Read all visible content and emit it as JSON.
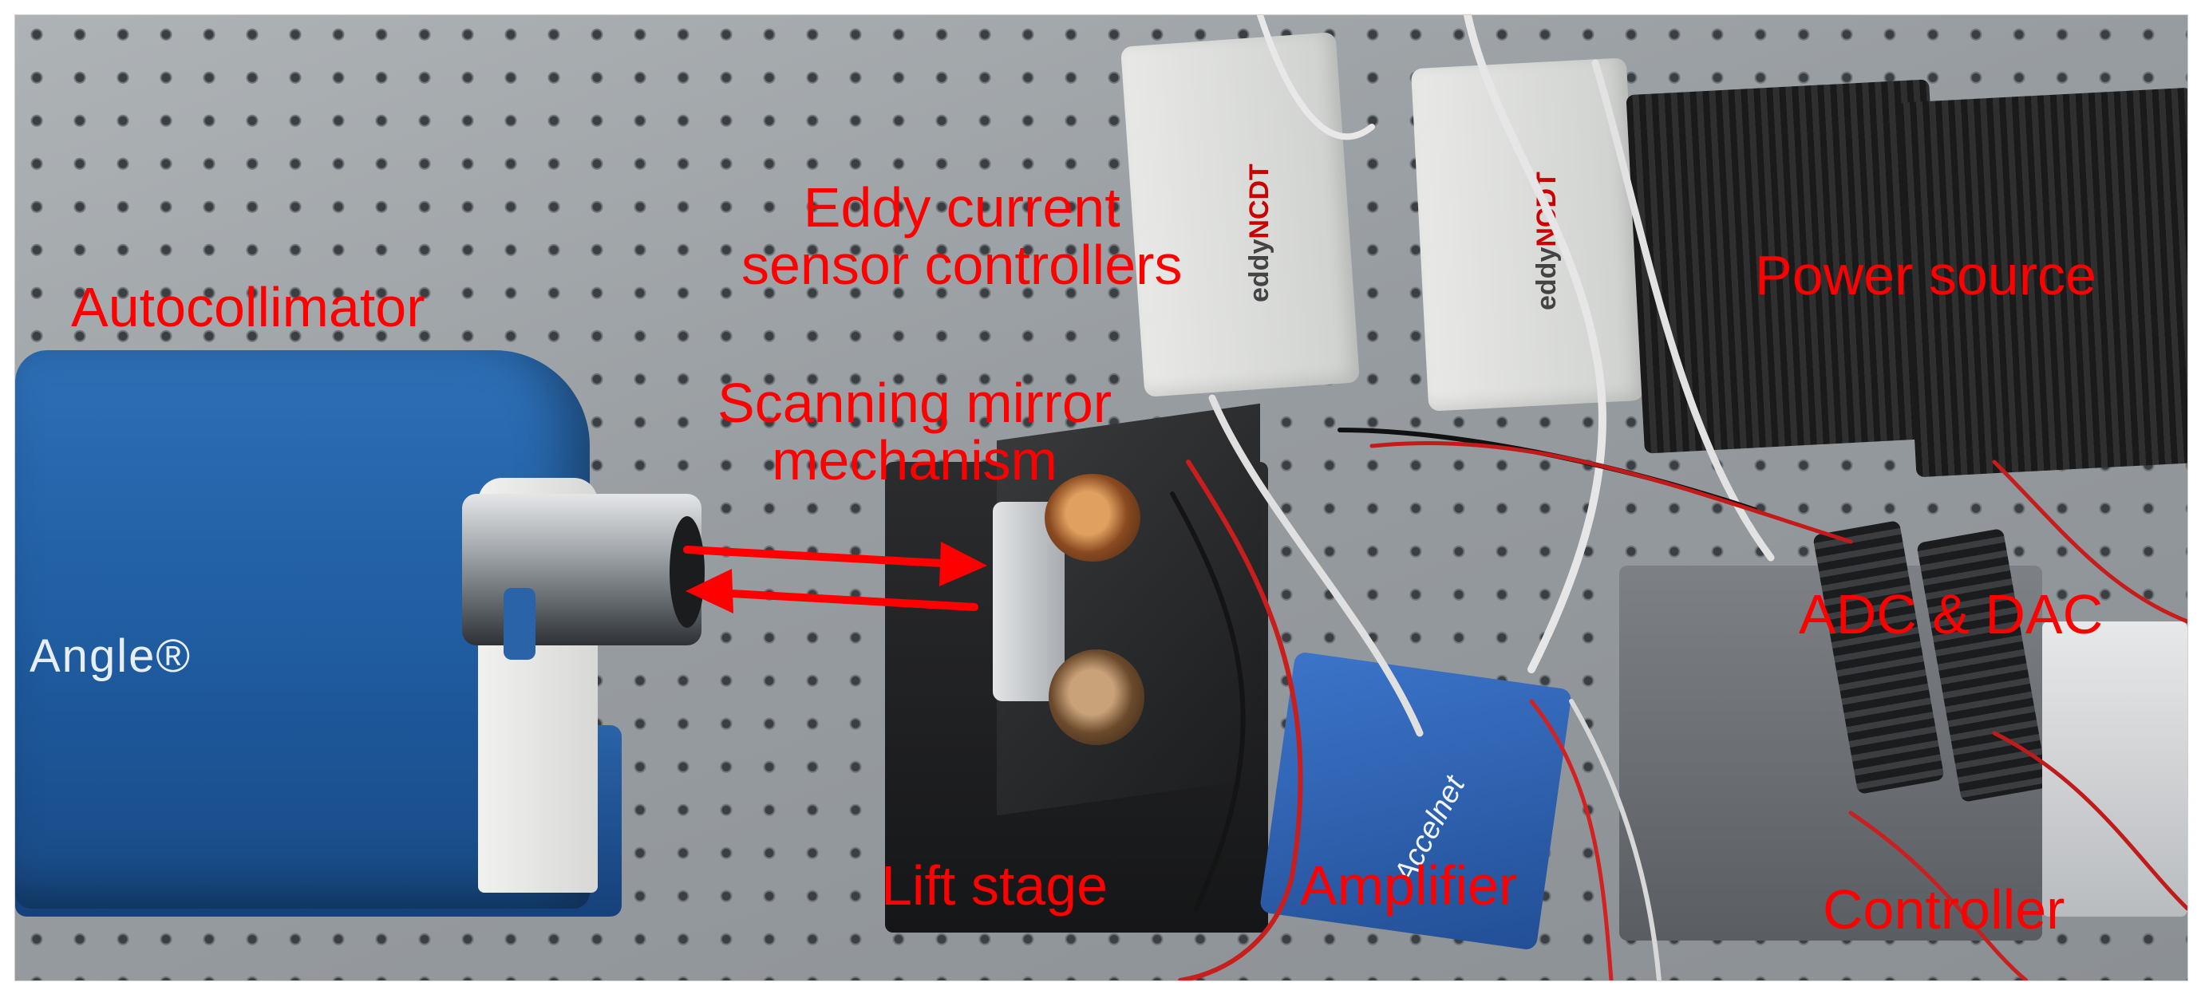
{
  "labels": {
    "autocollimator": "Autocollimator",
    "eddy_controllers": "Eddy current\nsensor controllers",
    "scanning_mirror": "Scanning mirror\nmechanism",
    "power_source": "Power source",
    "adc_dac": "ADC & DAC",
    "lift_stage": "Lift stage",
    "amplifier": "Amplifier",
    "controller": "Controller"
  },
  "device_text": {
    "autocollimator_brand": "Angle®",
    "eddy_brand_prefix": "eddy",
    "eddy_brand_suffix": "NCDT",
    "amplifier_brand": "Accelnet"
  },
  "colors": {
    "annotation": "#ff0000",
    "autocollimator_blue": "#1f5b9f",
    "amplifier_blue": "#2f64b8"
  },
  "icons": {
    "beam_arrows": "double-horizontal-arrow-icon"
  }
}
